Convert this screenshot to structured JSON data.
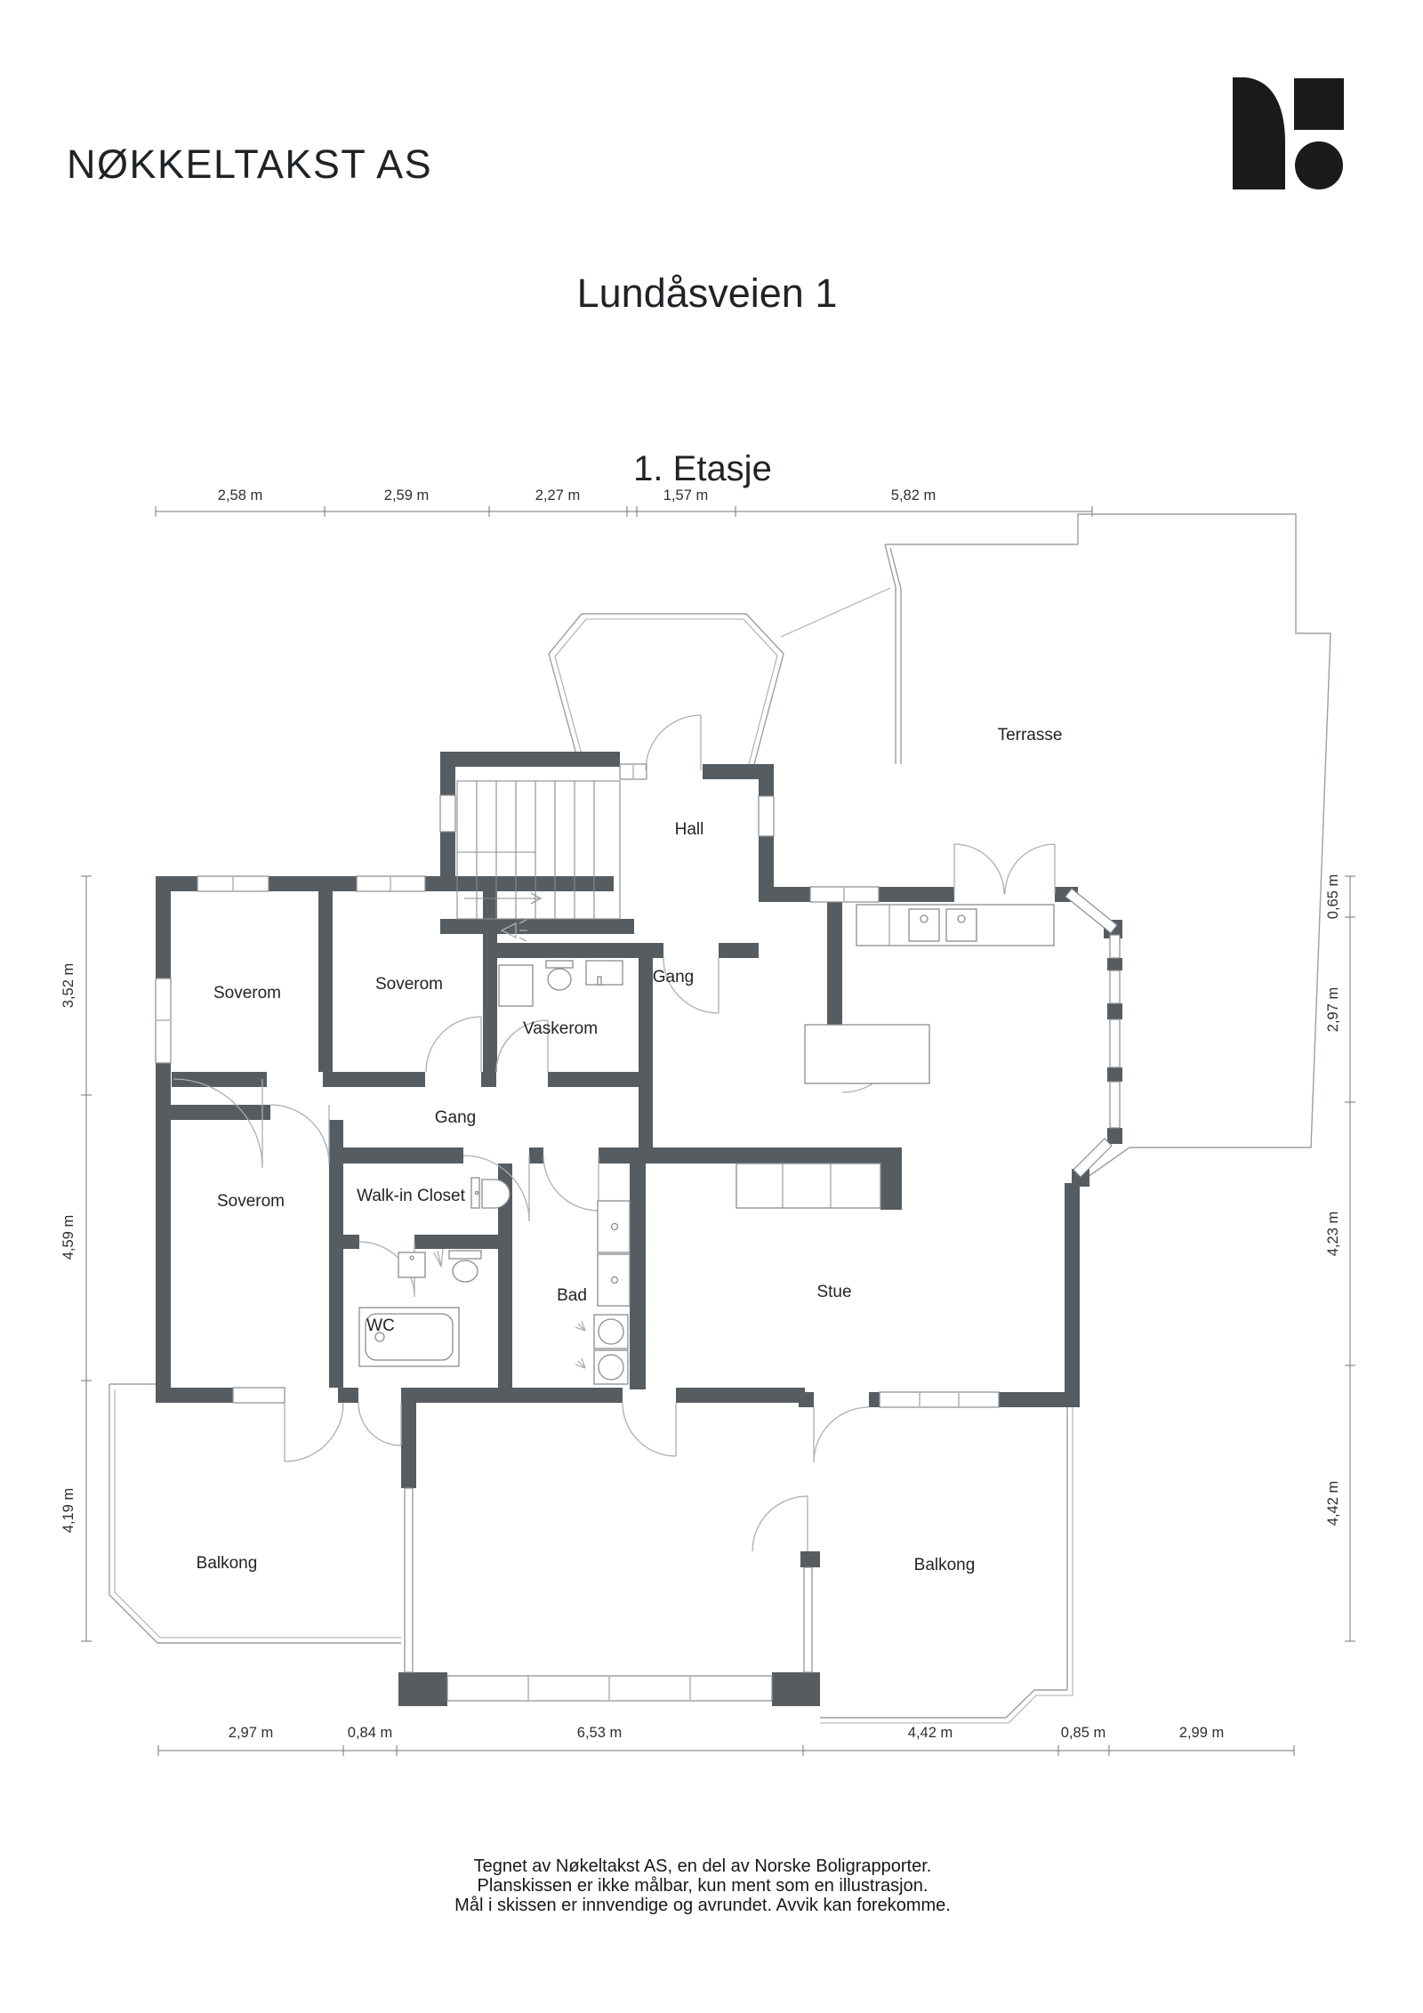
{
  "header": {
    "company": "NØKKELTAKST AS",
    "title": "Lundåsveien 1",
    "floor_label": "1. Etasje"
  },
  "logo": {
    "icon": "boligrapporter-logo-mark",
    "color": "#1b1b1b"
  },
  "rooms": {
    "terrasse": "Terrasse",
    "hall": "Hall",
    "soverom1": "Soverom",
    "soverom2": "Soverom",
    "soverom3": "Soverom",
    "vaskerom": "Vaskerom",
    "gang_upper": "Gang",
    "gang_lower": "Gang",
    "walk_in_closet": "Walk-in Closet",
    "wc": "WC",
    "bad": "Bad",
    "stue": "Stue",
    "balkong_left": "Balkong",
    "balkong_right": "Balkong"
  },
  "dimensions": {
    "top": [
      "2,58 m",
      "2,59 m",
      "2,27 m",
      "1,57 m",
      "5,82 m"
    ],
    "bottom": [
      "2,97 m",
      "0,84 m",
      "6,53 m",
      "4,42 m",
      "0,85 m",
      "2,99 m"
    ],
    "left": [
      "3,52 m",
      "4,59 m",
      "4,19 m"
    ],
    "right": [
      "0,65 m",
      "2,97 m",
      "4,23 m",
      "4,42 m"
    ]
  },
  "footer": {
    "line1": "Tegnet av Nøkeltakst AS, en del av Norske Boligrapporter.",
    "line2": "Planskissen er ikke målbar, kun ment som en illustrasjon.",
    "line3": "Mål i skissen er innvendige og avrundet. Avvik kan forekomme."
  },
  "colors": {
    "wall": "#575c61",
    "thin_line": "#9aa0a5",
    "text": "#1f2326",
    "logo": "#1b1b1b"
  }
}
